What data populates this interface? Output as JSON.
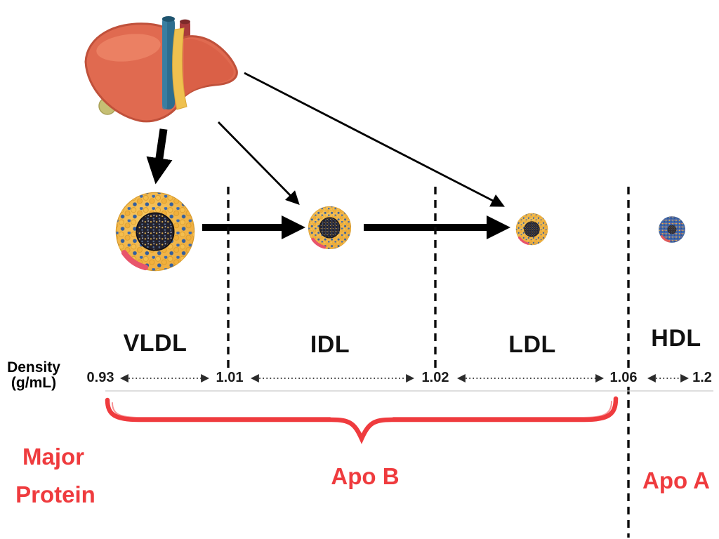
{
  "diagram": {
    "particles": [
      {
        "id": "vldl",
        "label": "VLDL"
      },
      {
        "id": "idl",
        "label": "IDL"
      },
      {
        "id": "ldl",
        "label": "LDL"
      },
      {
        "id": "hdl",
        "label": "HDL"
      }
    ],
    "axis": {
      "title_line1": "Density",
      "title_line2": "(g/mL)",
      "values": [
        "0.93",
        "1.01",
        "1.02",
        "1.06",
        "1.2"
      ]
    },
    "annotations": {
      "major_protein_line1": "Major",
      "major_protein_line2": "Protein",
      "apo_b": "Apo B",
      "apo_a": "Apo A"
    },
    "icons": {
      "liver": "liver-icon",
      "lipoprotein": "lipoprotein-particle-icon",
      "hdl": "hdl-particle-icon"
    },
    "colors": {
      "annotation_red": "#EF3B3E",
      "liver_body": "#E06A50",
      "lipid_yellow": "#F2B33D",
      "protein_blue": "#345F9E",
      "core_dark": "#23222E",
      "arrow_black": "#000000"
    }
  }
}
